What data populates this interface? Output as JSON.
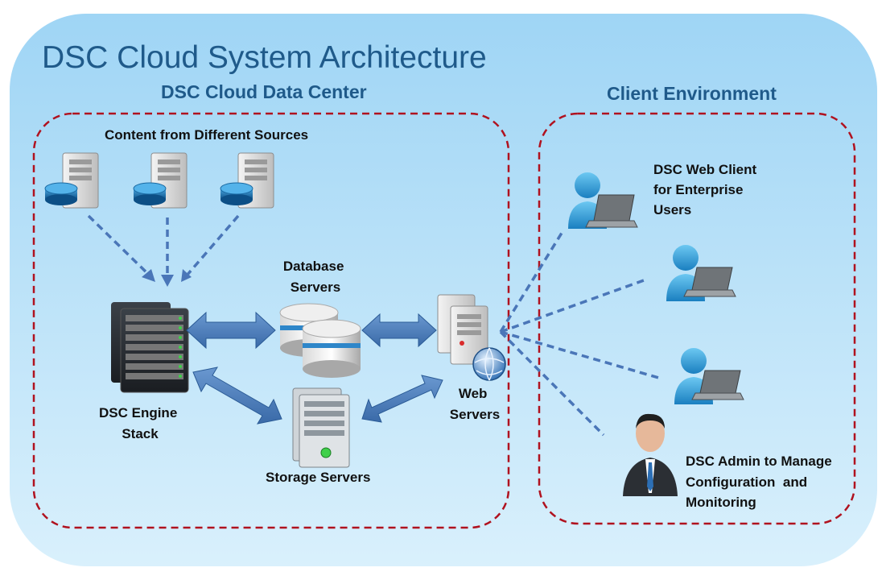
{
  "title": "DSC Cloud System Architecture",
  "sections": {
    "data_center": "DSC Cloud Data Center",
    "client_env": "Client Environment"
  },
  "labels": {
    "content_sources": "Content from Different Sources",
    "database_servers": [
      "Database",
      "Servers"
    ],
    "engine_stack": [
      "DSC Engine",
      "Stack"
    ],
    "storage_servers": "Storage Servers",
    "web_servers": [
      "Web",
      "Servers"
    ],
    "web_client": [
      "DSC Web Client",
      "for Enterprise",
      "Users"
    ],
    "admin": [
      "DSC Admin to Manage",
      "Configuration  and",
      "Monitoring"
    ]
  },
  "colors": {
    "panel": "#bfe3f8",
    "title": "#1f5a8a",
    "dashed_border": "#b0121f",
    "arrow_fill": "#4f81bd",
    "dashed_link": "#4a76b8"
  }
}
